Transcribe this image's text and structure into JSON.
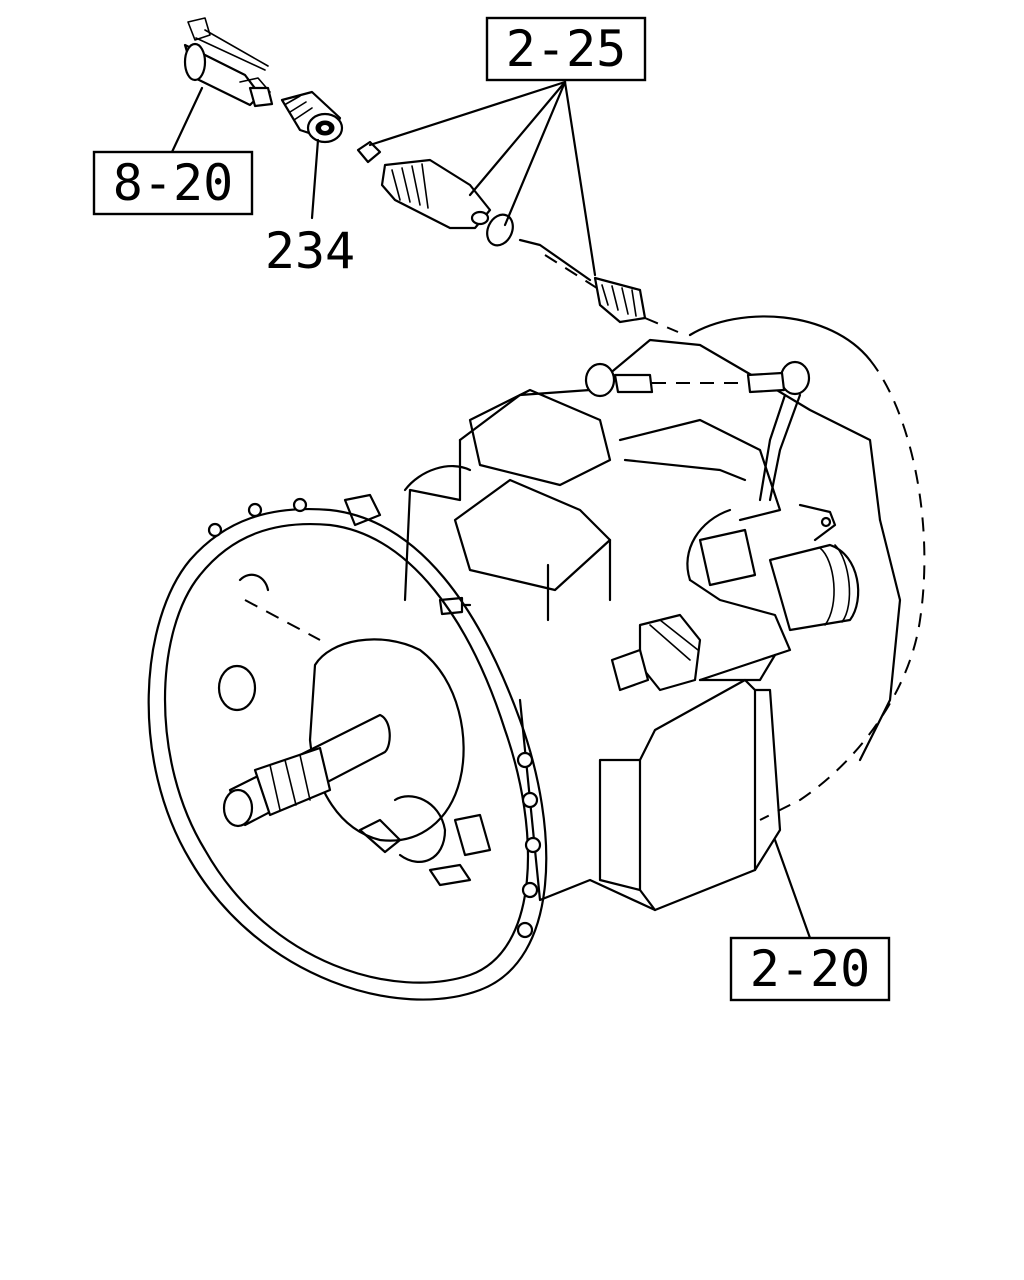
{
  "callouts": {
    "upper_left": "8-20",
    "top_center": "2-25",
    "part_number": "234",
    "lower_right": "2-20"
  },
  "icons": [
    "transmission-assembly-drawing",
    "vehicle-speed-sensor-drawing",
    "speedometer-connector-drawing",
    "speedometer-driven-gear-drawing"
  ]
}
